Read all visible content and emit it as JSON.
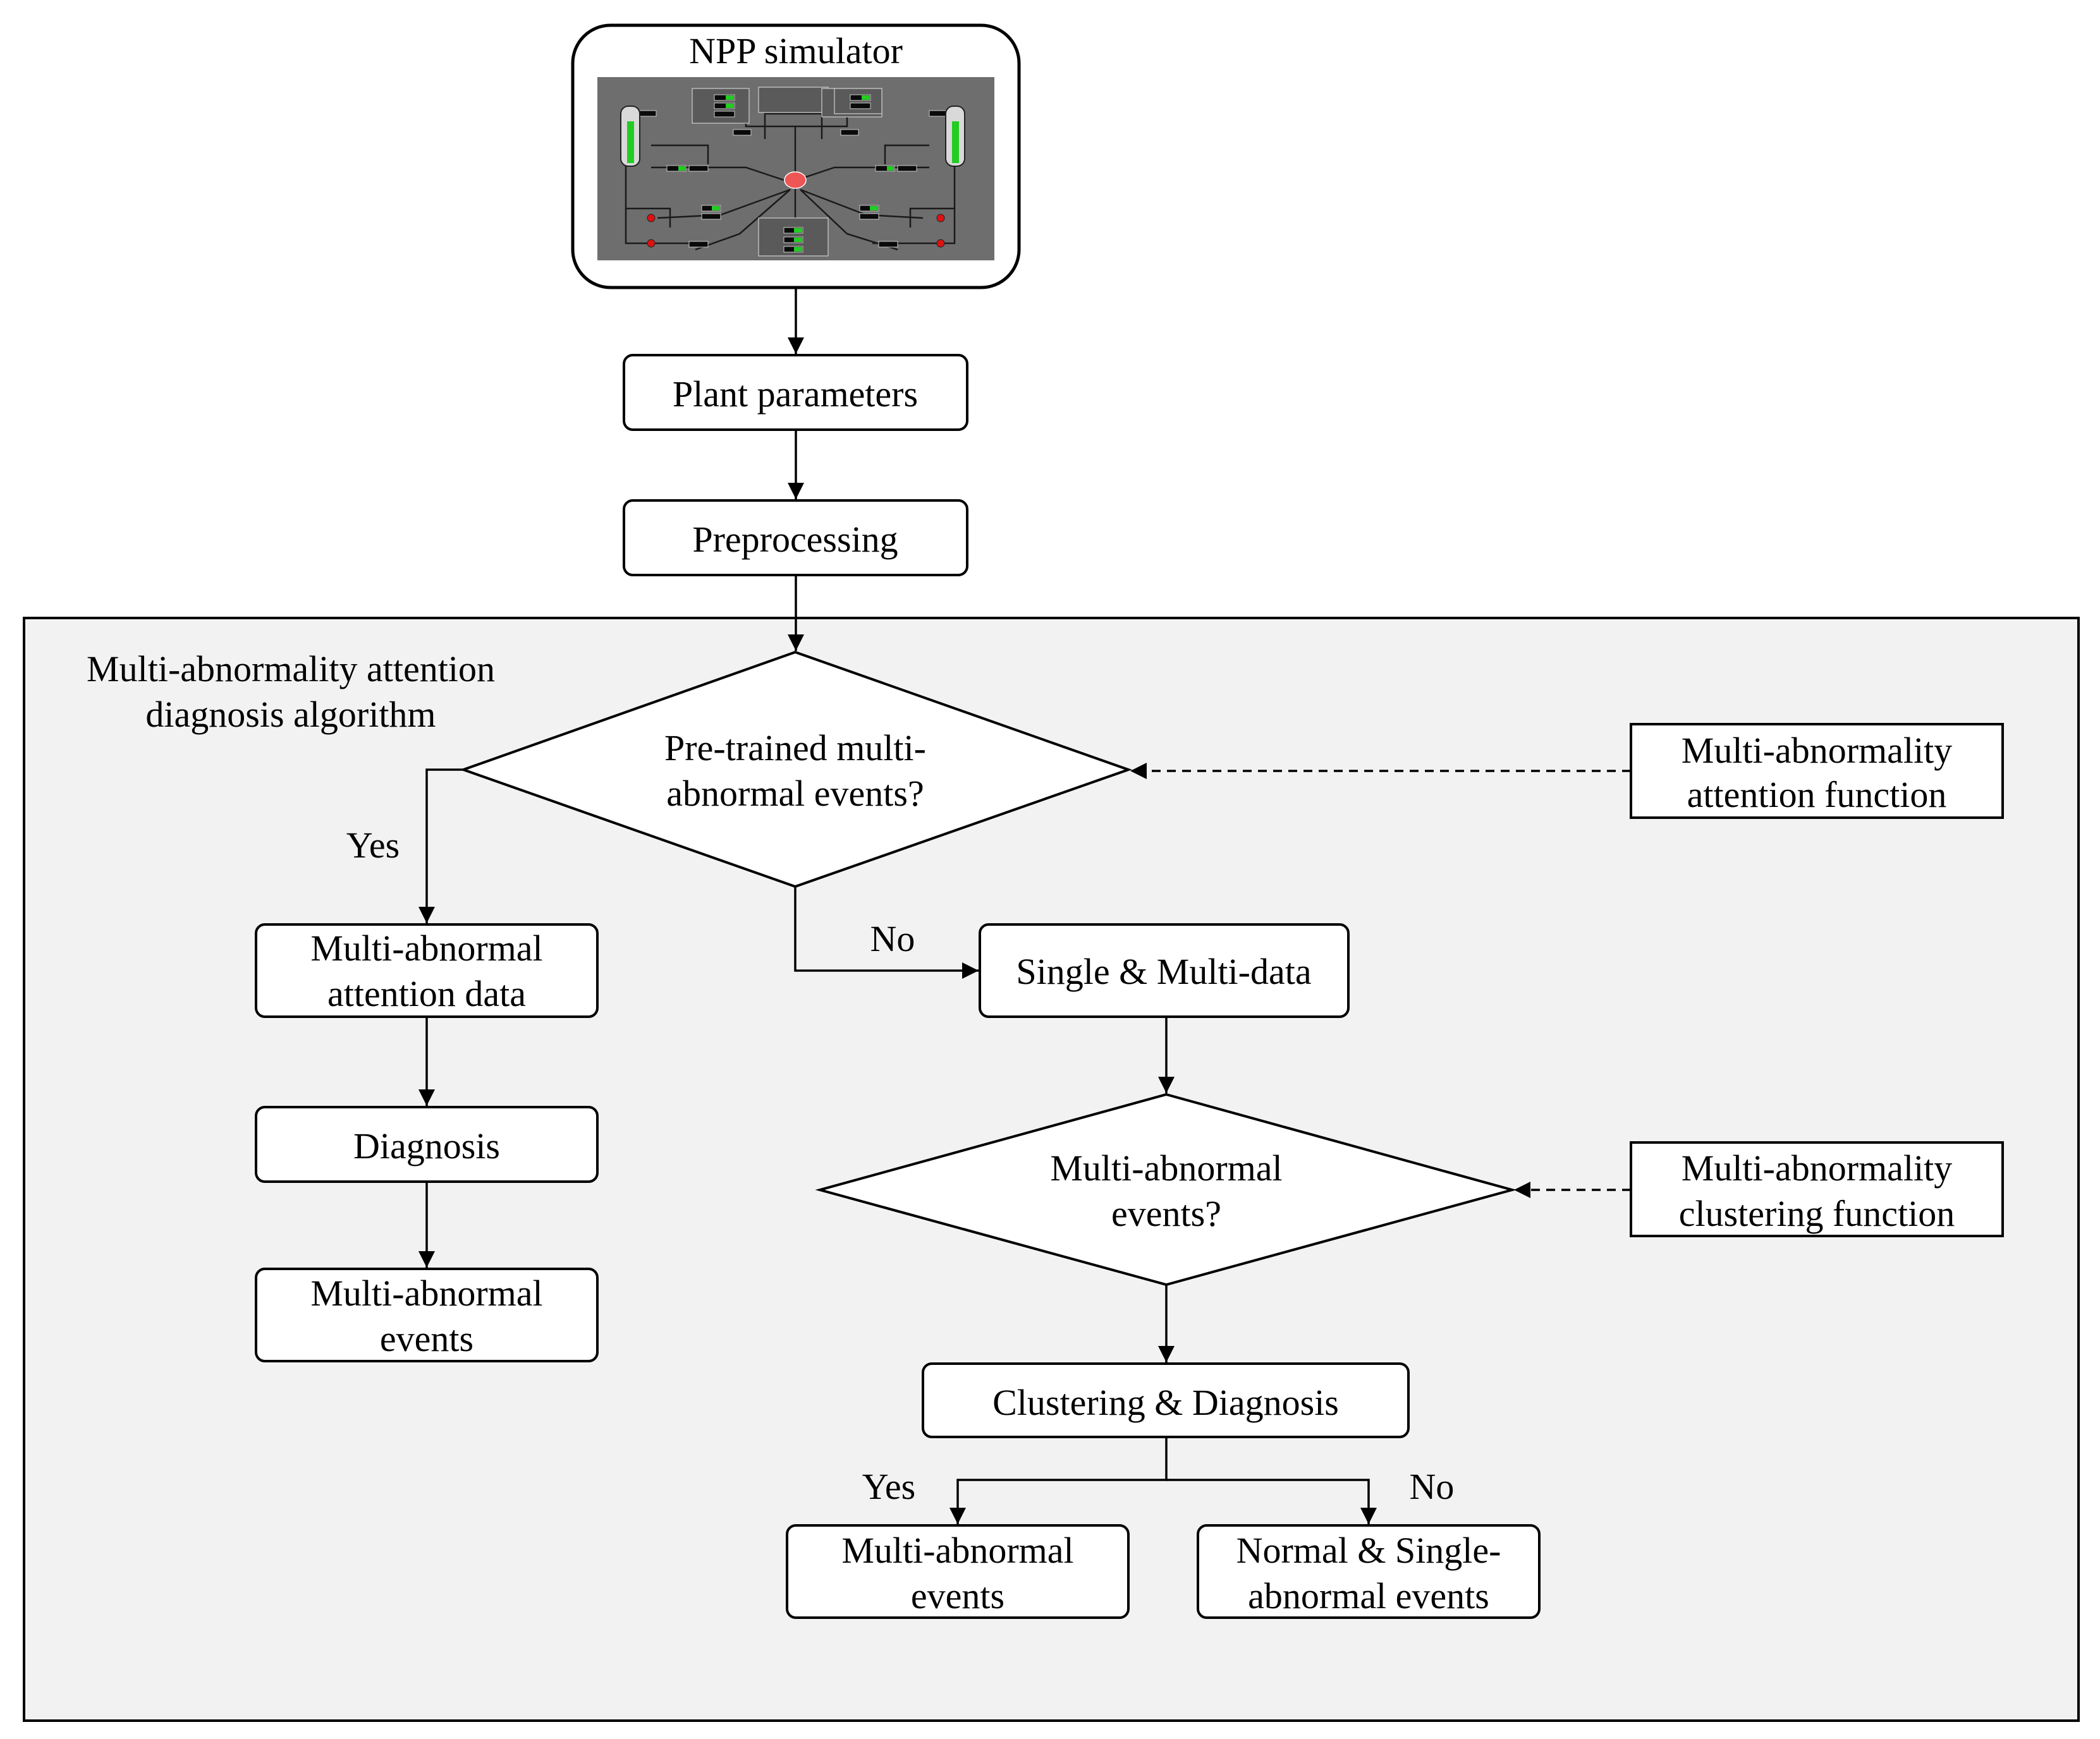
{
  "simulator": {
    "title": "NPP simulator"
  },
  "flow": {
    "plant_parameters": "Plant parameters",
    "preprocessing": "Preprocessing"
  },
  "algorithm": {
    "title_line1": "Multi-abnormality attention",
    "title_line2": "diagnosis algorithm",
    "decision1": {
      "line1": "Pre-trained multi-",
      "line2": "abnormal events?"
    },
    "attention_function": {
      "line1": "Multi-abnormality",
      "line2": "attention function"
    },
    "yes1": "Yes",
    "no1": "No",
    "attention_data": {
      "line1": "Multi-abnormal",
      "line2": "attention data"
    },
    "diagnosis": "Diagnosis",
    "left_result": {
      "line1": "Multi-abnormal",
      "line2": "events"
    },
    "single_multi_data": "Single & Multi-data",
    "decision2": {
      "line1": "Multi-abnormal",
      "line2": "events?"
    },
    "clustering_function": {
      "line1": "Multi-abnormality",
      "line2": "clustering function"
    },
    "clustering_diagnosis": "Clustering & Diagnosis",
    "yes2": "Yes",
    "no2": "No",
    "result_yes": {
      "line1": "Multi-abnormal",
      "line2": "events"
    },
    "result_no": {
      "line1": "Normal & Single-",
      "line2": "abnormal events"
    }
  },
  "colors": {
    "region_fill": "#f2f2f2",
    "screen_bg": "#6e6e6e",
    "indicator_green": "#22cc22",
    "indicator_red": "#dd1111"
  }
}
